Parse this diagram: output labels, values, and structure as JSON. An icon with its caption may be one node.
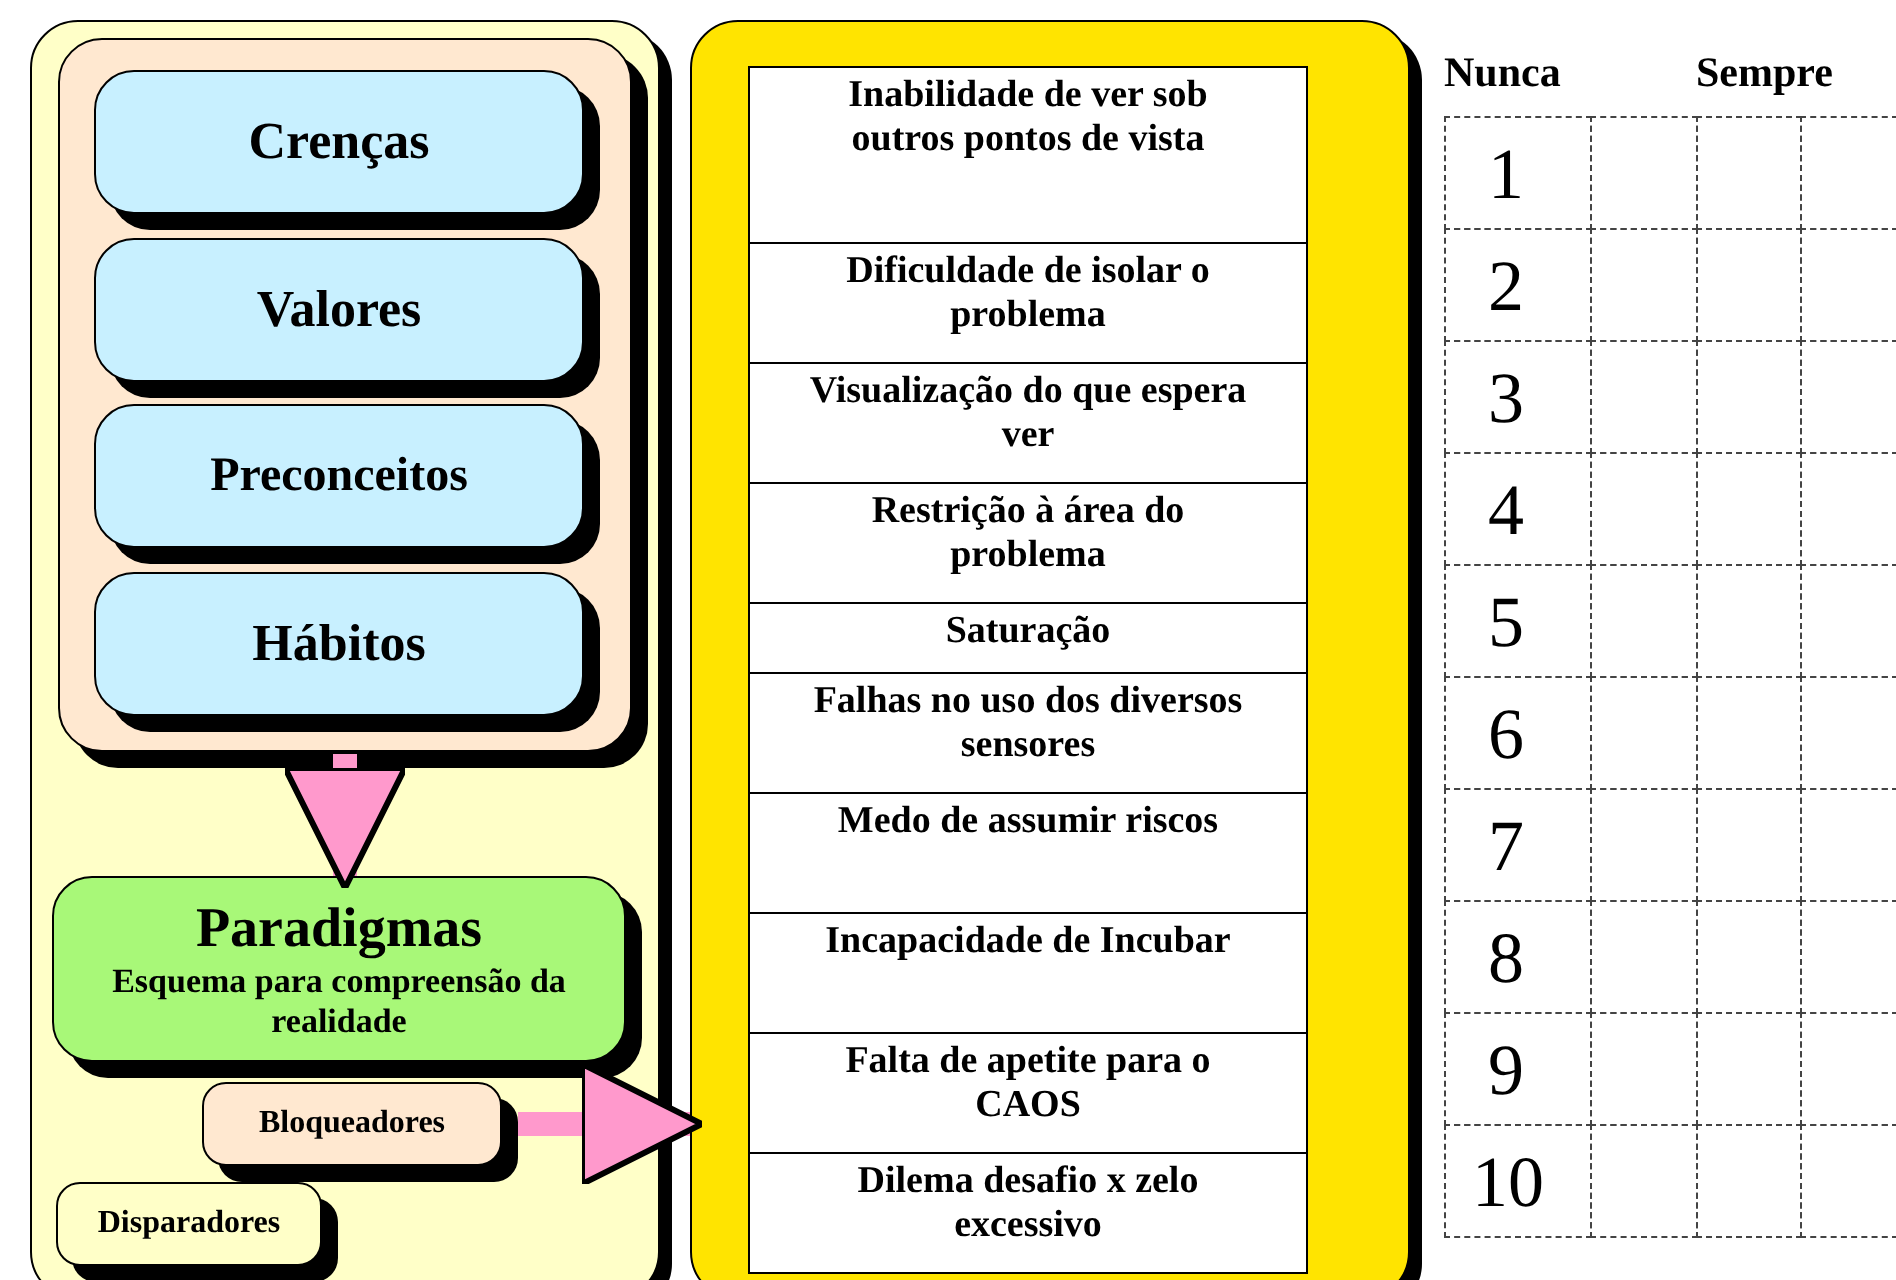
{
  "diagram": {
    "nodes": [
      {
        "text": [],
        "shape": "box"
      },
      {
        "text": [],
        "shape": "box",
        "in": 0
      },
      {
        "text": [
          "Crenças"
        ],
        "in": 1
      },
      {
        "text": [
          "Valores"
        ],
        "in": 1
      },
      {
        "text": [
          "Preconceitos"
        ],
        "in": 1
      },
      {
        "text": [
          "Hábitos"
        ],
        "in": 1
      },
      {
        "text": [
          "Paradigmas",
          "Esquema para compreensão da realidade"
        ],
        "in": 0
      },
      {
        "text": [
          "Bloqueadores"
        ],
        "in": 0
      },
      {
        "text": [
          "Disparadores"
        ],
        "in": 0
      },
      {
        "text": [],
        "shape": "box"
      },
      {
        "text": [
          "Inabilidade de ver sob outros pontos de vista"
        ],
        "in": 9
      },
      {
        "text": [
          "Dificuldade de isolar o problema"
        ],
        "in": 9
      },
      {
        "text": [
          "Visualização do que espera ver"
        ],
        "in": 9
      },
      {
        "text": [
          "Restrição à área do problema"
        ],
        "in": 9
      },
      {
        "text": [
          "Saturação"
        ],
        "in": 9
      },
      {
        "text": [
          "Falhas no uso dos diversos sensores"
        ],
        "in": 9
      },
      {
        "text": [
          "Medo de assumir riscos"
        ],
        "in": 9
      },
      {
        "text": [
          "Incapacidade de Incubar"
        ],
        "in": 9
      },
      {
        "text": [
          "Falta de apetite para o CAOS"
        ],
        "in": 9
      },
      {
        "text": [
          "Dilema  desafio x zelo excessivo"
        ],
        "in": 9
      }
    ],
    "edges": [
      {
        "from": 1,
        "to": 6,
        "arrow": "to"
      },
      {
        "from": 7,
        "to": 9,
        "arrow": "to"
      }
    ],
    "labels": [
      "Nunca",
      "Sempre",
      "1",
      "2",
      "3",
      "4",
      "5",
      "6",
      "7",
      "8",
      "9",
      "10"
    ]
  }
}
